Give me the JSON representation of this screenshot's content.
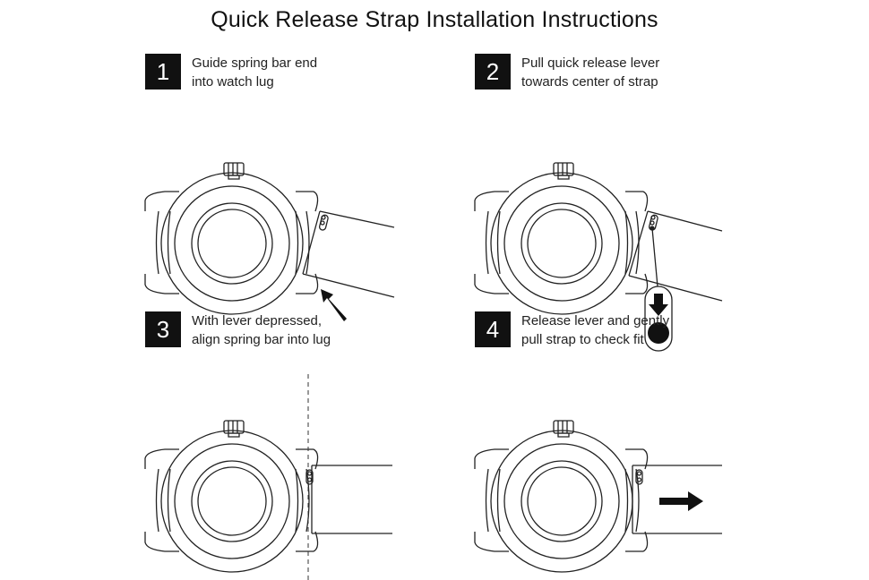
{
  "title": "Quick Release Strap Installation Instructions",
  "steps": [
    {
      "number": "1",
      "line1": "Guide spring bar end",
      "line2": "into watch lug"
    },
    {
      "number": "2",
      "line1": "Pull quick release lever",
      "line2": "towards center of strap"
    },
    {
      "number": "3",
      "line1": "With lever depressed,",
      "line2": "align spring bar into lug"
    },
    {
      "number": "4",
      "line1": "Release lever and gently",
      "line2": "pull strap to check fit"
    }
  ]
}
